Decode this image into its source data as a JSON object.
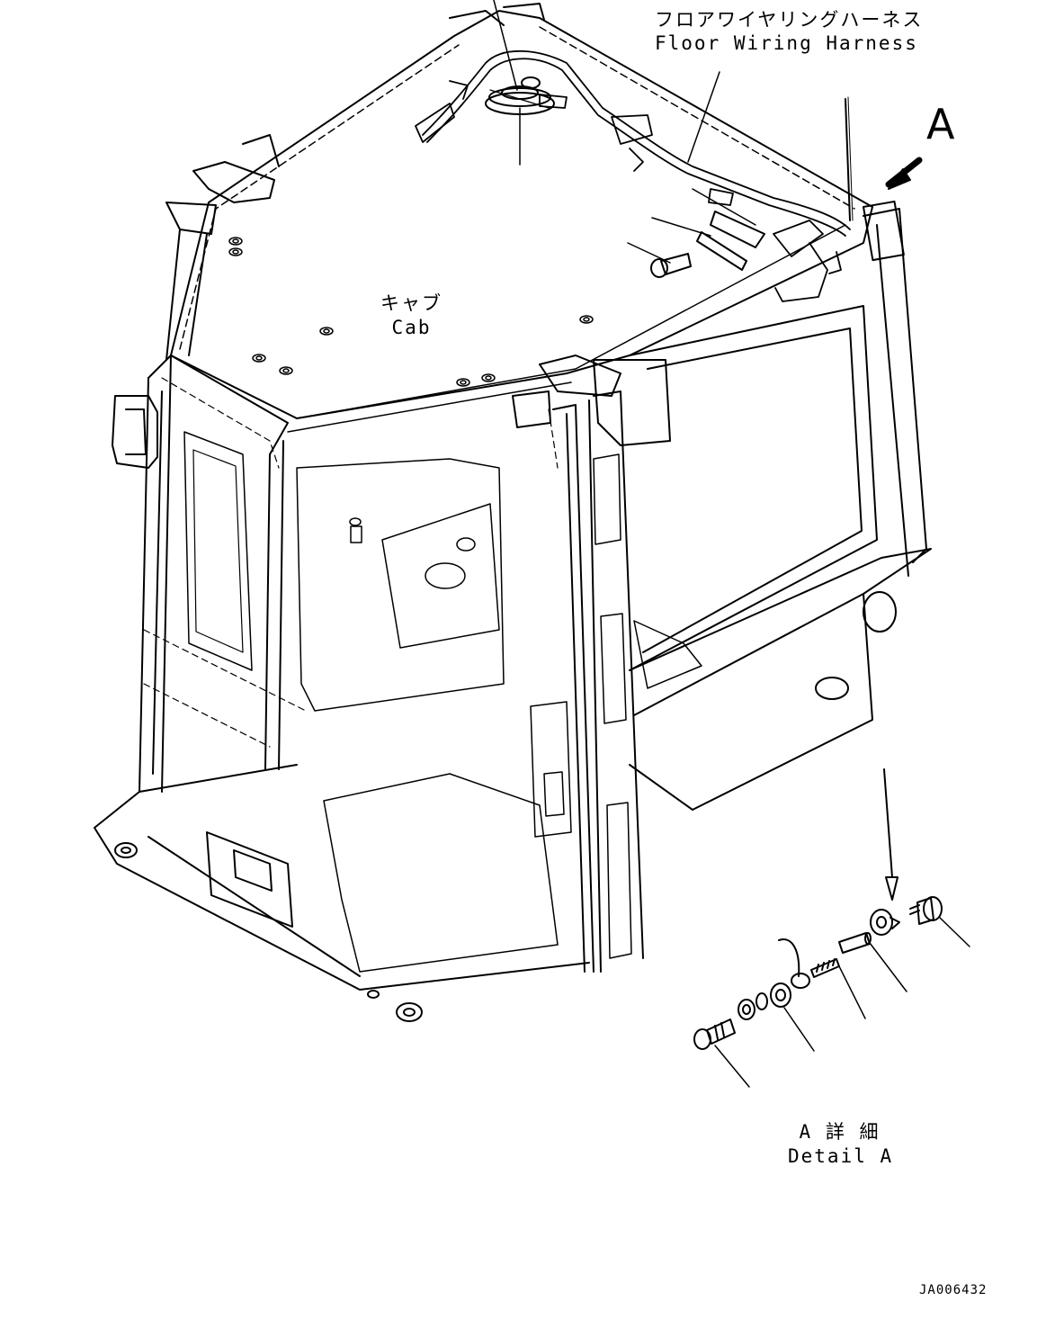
{
  "labels": {
    "harness_jp": "フロアワイヤリングハーネス",
    "harness_en": "Floor Wiring Harness",
    "cab_jp": "キャブ",
    "cab_en": "Cab",
    "view_letter": "A",
    "detail_jp": "A 詳 細",
    "detail_en": "Detail A",
    "drawing_number": "JA006432"
  }
}
